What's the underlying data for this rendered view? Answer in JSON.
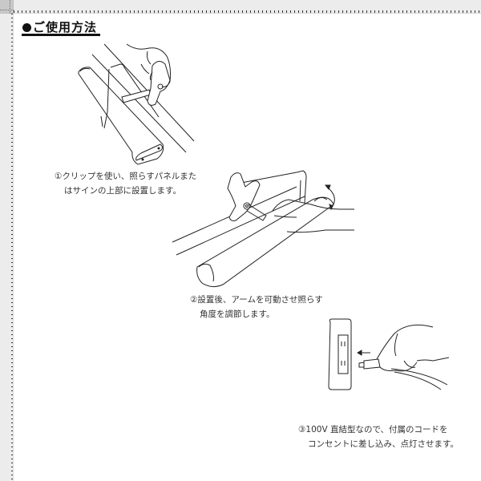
{
  "ruler": {
    "major_tick_spacing_px": 50,
    "minor_tick_spacing_px": 5,
    "color": "#ececec"
  },
  "heading": {
    "bullet": "●",
    "title": "ご使用方法"
  },
  "steps": [
    {
      "number": "①",
      "line1": "①クリップを使い、照らすパネルまた",
      "line2": "はサインの上部に設置します。",
      "illustration": "clip-attaching-light-to-panel"
    },
    {
      "number": "②",
      "line1": "②設置後、アームを可動させ照らす",
      "line2": "角度を調節します。",
      "illustration": "adjusting-arm-angle"
    },
    {
      "number": "③",
      "line1": "③100V 直結型なので、付属のコードを",
      "line2": "コンセントに差し込み、点灯させます。",
      "illustration": "plugging-cord-into-outlet"
    }
  ]
}
